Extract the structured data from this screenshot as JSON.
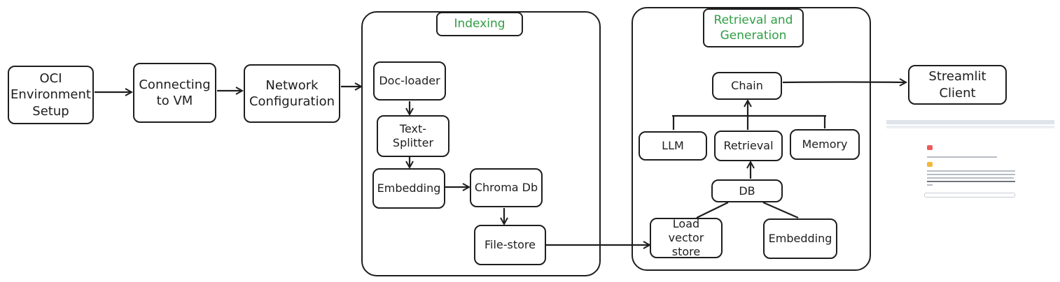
{
  "diagram": {
    "pipeline": {
      "oci_setup": "OCI\nEnvironment\nSetup",
      "connect_vm": "Connecting\nto VM",
      "network": "Network\nConfiguration"
    },
    "indexing": {
      "title": "Indexing",
      "doc_loader": "Doc-loader",
      "text_splitter": "Text-\nSplitter",
      "embedding": "Embedding",
      "chroma_db": "Chroma Db",
      "file_store": "File-store"
    },
    "retrieval_generation": {
      "title": "Retrieval and\nGeneration",
      "chain": "Chain",
      "llm": "LLM",
      "retrieval": "Retrieval",
      "memory": "Memory",
      "db": "DB",
      "load_vector_store": "Load vector\nstore",
      "embedding": "Embedding"
    },
    "client": "Streamlit\nClient"
  },
  "colors": {
    "stroke": "#1e1e1e",
    "title_text": "#2f9e44"
  },
  "icons": [
    "streamlit-app-screenshot"
  ]
}
